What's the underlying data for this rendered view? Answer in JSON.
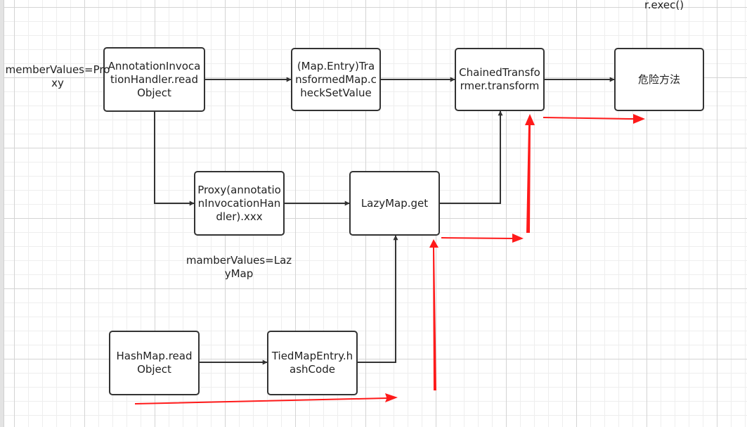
{
  "nodes": {
    "annotation_readobject": "AnnotationInvocationHandler.readObject",
    "transformedmap_checksetvalue": "(Map.Entry)TransformedMap.checkSetValue",
    "chainedtransformer_transform": "ChainedTransformer.transform",
    "dangerous_method": "危险方法",
    "proxy_xxx": "Proxy(annotationInvocationHandler).xxx",
    "lazymap_get": "LazyMap.get",
    "hashmap_readobject": "HashMap.readObject",
    "tiedmapentry_hashcode": "TiedMapEntry.hashCode"
  },
  "labels": {
    "exec": "r.exec()",
    "member_values_proxy": "memberValues=Proxy",
    "member_values_lazymap": "mamberValues=LazyMap"
  },
  "colors": {
    "connector": "#333333",
    "highlight_arrow": "#ff1a1a",
    "grid_line": "#d4d4d4"
  }
}
